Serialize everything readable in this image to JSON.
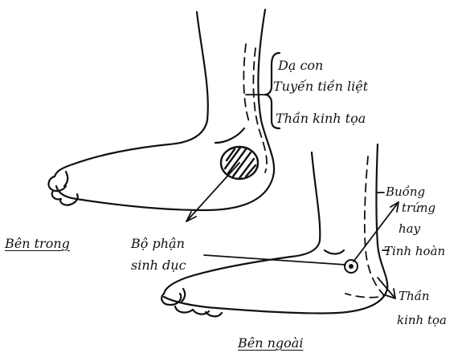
{
  "diagram": {
    "inner_foot": {
      "caption": "Bên trong",
      "zone_labels": [
        "Dạ con",
        "Tuyến tiền liệt",
        "Thần kinh tọa"
      ]
    },
    "outer_foot": {
      "caption": "Bên ngoài",
      "zone_labels": [
        "Buồng",
        "trứng",
        "hay",
        "Tinh hoàn",
        "Thần",
        "kinh tọa"
      ]
    },
    "shared_label": [
      "Bộ phận",
      "sinh dục"
    ]
  }
}
